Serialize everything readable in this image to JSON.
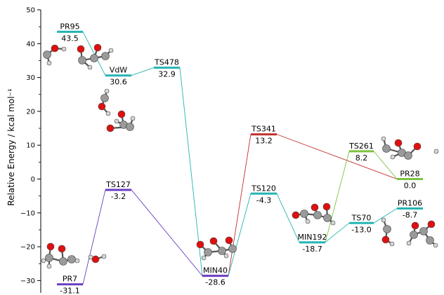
{
  "chart_data": {
    "type": "energy-diagram",
    "ylabel": "Relative Energy / kcal mol⁻¹",
    "ylim": [
      -34,
      50
    ],
    "yticks": [
      50,
      40,
      30,
      20,
      10,
      0,
      -10,
      -20,
      -30
    ],
    "grid": false,
    "levels": [
      {
        "id": "PR95",
        "name": "PR95",
        "energy": 43.5,
        "value_label": "43.5",
        "color": "#26b3b3"
      },
      {
        "id": "VdW",
        "name": "VdW",
        "energy": 30.6,
        "value_label": "30.6",
        "color": "#26b3b3"
      },
      {
        "id": "TS478",
        "name": "TS478",
        "energy": 32.9,
        "value_label": "32.9",
        "color": "#26b3b3"
      },
      {
        "id": "PR7",
        "name": "PR7",
        "energy": -31.1,
        "value_label": "-31.1",
        "color": "#6a3dbf"
      },
      {
        "id": "TS127",
        "name": "TS127",
        "energy": -3.2,
        "value_label": "-3.2",
        "color": "#6a3dbf"
      },
      {
        "id": "MIN40",
        "name": "MIN40",
        "energy": -28.6,
        "value_label": "-28.6",
        "color": "#6a3dbf"
      },
      {
        "id": "TS341",
        "name": "TS341",
        "energy": 13.2,
        "value_label": "13.2",
        "color": "#c0302f"
      },
      {
        "id": "TS120",
        "name": "TS120",
        "energy": -4.3,
        "value_label": "-4.3",
        "color": "#26b3b3"
      },
      {
        "id": "MIN192",
        "name": "MIN192",
        "energy": -18.7,
        "value_label": "-18.7",
        "color": "#26b3b3"
      },
      {
        "id": "TS261",
        "name": "TS261",
        "energy": 8.2,
        "value_label": "8.2",
        "color": "#7cc242"
      },
      {
        "id": "TS70",
        "name": "TS70",
        "energy": -13.0,
        "value_label": "-13.0",
        "color": "#26b3b3"
      },
      {
        "id": "PR28",
        "name": "PR28",
        "energy": 0.0,
        "value_label": "0.0",
        "color": "#7cc242"
      },
      {
        "id": "PR106",
        "name": "PR106",
        "energy": -8.7,
        "value_label": "-8.7",
        "color": "#26b3b3"
      }
    ],
    "connections": [
      {
        "from": "PR95",
        "to": "VdW",
        "color": "#26b3b3"
      },
      {
        "from": "VdW",
        "to": "TS478",
        "color": "#26b3b3"
      },
      {
        "from": "TS478",
        "to": "MIN40",
        "color": "#26b3b3"
      },
      {
        "from": "PR7",
        "to": "TS127",
        "color": "#6a3dbf"
      },
      {
        "from": "TS127",
        "to": "MIN40",
        "color": "#6a3dbf"
      },
      {
        "from": "MIN40",
        "to": "TS341",
        "color": "#c0302f"
      },
      {
        "from": "TS341",
        "to": "PR28",
        "color": "#c0302f"
      },
      {
        "from": "MIN40",
        "to": "TS120",
        "color": "#26b3b3"
      },
      {
        "from": "TS120",
        "to": "MIN192",
        "color": "#26b3b3"
      },
      {
        "from": "MIN192",
        "to": "TS261",
        "color": "#7cc242"
      },
      {
        "from": "TS261",
        "to": "PR28",
        "color": "#7cc242"
      },
      {
        "from": "MIN192",
        "to": "TS70",
        "color": "#26b3b3"
      },
      {
        "from": "TS70",
        "to": "PR106",
        "color": "#26b3b3"
      }
    ],
    "structure_icons": [
      "molecule-structure-icon"
    ]
  }
}
